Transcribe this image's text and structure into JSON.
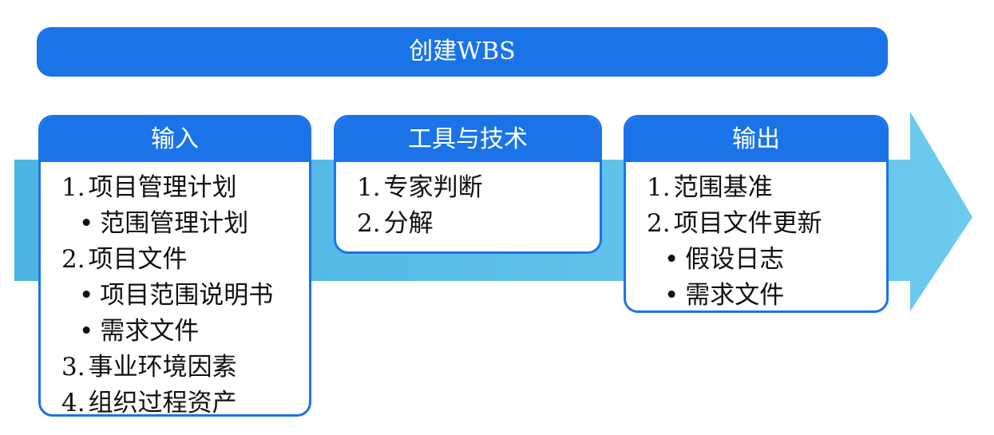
{
  "title": "创建WBS",
  "colors": {
    "primary": "#1a74e8",
    "arrow": "#5bbde8",
    "arrow_dark": "#3aa5d8"
  },
  "inputs": {
    "header": "输入",
    "items": [
      {
        "num": "1.",
        "text": "项目管理计划",
        "subs": [
          "范围管理计划"
        ]
      },
      {
        "num": "2.",
        "text": "项目文件",
        "subs": [
          "项目范围说明书",
          "需求文件"
        ]
      },
      {
        "num": "3.",
        "text": "事业环境因素",
        "subs": []
      },
      {
        "num": "4.",
        "text": "组织过程资产",
        "subs": []
      }
    ]
  },
  "tools": {
    "header": "工具与技术",
    "items": [
      {
        "num": "1.",
        "text": "专家判断",
        "subs": []
      },
      {
        "num": "2.",
        "text": "分解",
        "subs": []
      }
    ]
  },
  "outputs": {
    "header": "输出",
    "items": [
      {
        "num": "1.",
        "text": "范围基准",
        "subs": []
      },
      {
        "num": "2.",
        "text": "项目文件更新",
        "subs": [
          "假设日志",
          "需求文件"
        ]
      }
    ]
  }
}
